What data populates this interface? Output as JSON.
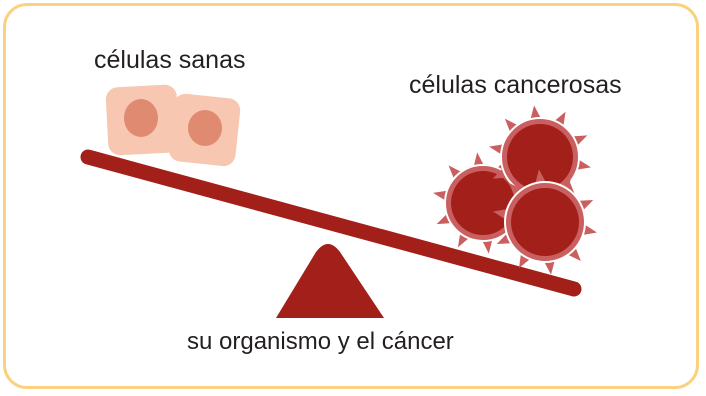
{
  "labels": {
    "healthy_cells": "células sanas",
    "cancer_cells": "células cancerosas",
    "caption": "su organismo y el cáncer"
  },
  "colors": {
    "frame": "#fad27f",
    "beam": "#a31f1a",
    "fulcrum": "#a31f1a",
    "healthy_cell_body": "#f7c7b1",
    "healthy_cell_nucleus": "#e08a72",
    "cancer_cell_body": "#a31f1a",
    "cancer_cell_ring": "#c95f5f"
  },
  "icons": [
    "healthy-cell-icon",
    "cancer-cell-icon",
    "seesaw-beam",
    "fulcrum-triangle"
  ]
}
